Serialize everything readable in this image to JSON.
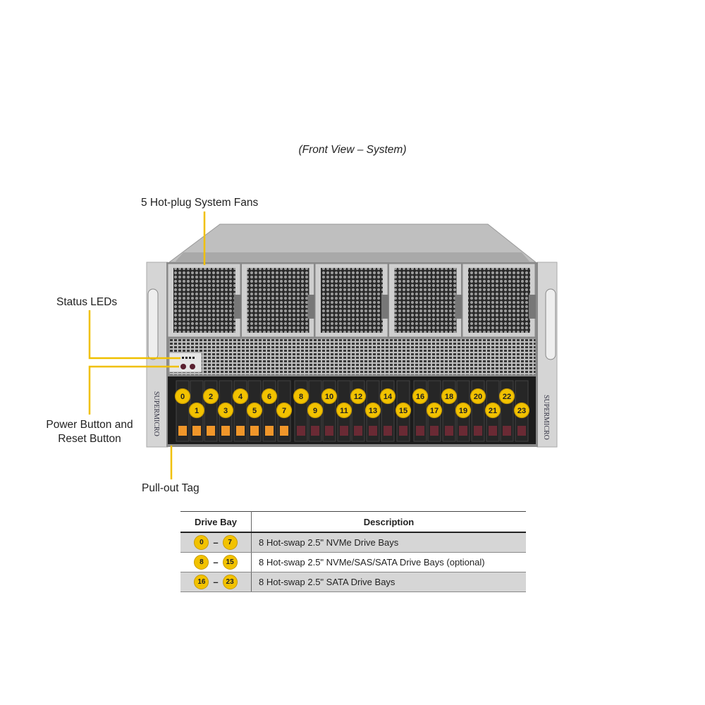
{
  "caption": "(Front View – System)",
  "callouts": {
    "fans": "5 Hot-plug System Fans",
    "status_leds": "Status LEDs",
    "power_reset_1": "Power Button and",
    "power_reset_2": "Reset Button",
    "pull_out_tag": "Pull-out Tag"
  },
  "brand": "SUPERMICRO",
  "drive_labels": [
    "0",
    "1",
    "2",
    "3",
    "4",
    "5",
    "6",
    "7",
    "8",
    "9",
    "10",
    "11",
    "12",
    "13",
    "14",
    "15",
    "16",
    "17",
    "18",
    "19",
    "20",
    "21",
    "22",
    "23"
  ],
  "colors": {
    "callout": "#f0c000",
    "nvme_tab": "#f0962a",
    "sata_tab": "#6a2a34",
    "bubble": "#f2c200"
  },
  "table": {
    "headers": [
      "Drive Bay",
      "Description"
    ],
    "rows": [
      {
        "from": "0",
        "to": "7",
        "desc": "8 Hot-swap 2.5\" NVMe Drive Bays"
      },
      {
        "from": "8",
        "to": "15",
        "desc": "8 Hot-swap 2.5\" NVMe/SAS/SATA Drive Bays (optional)"
      },
      {
        "from": "16",
        "to": "23",
        "desc": "8 Hot-swap 2.5\" SATA Drive Bays"
      }
    ]
  }
}
